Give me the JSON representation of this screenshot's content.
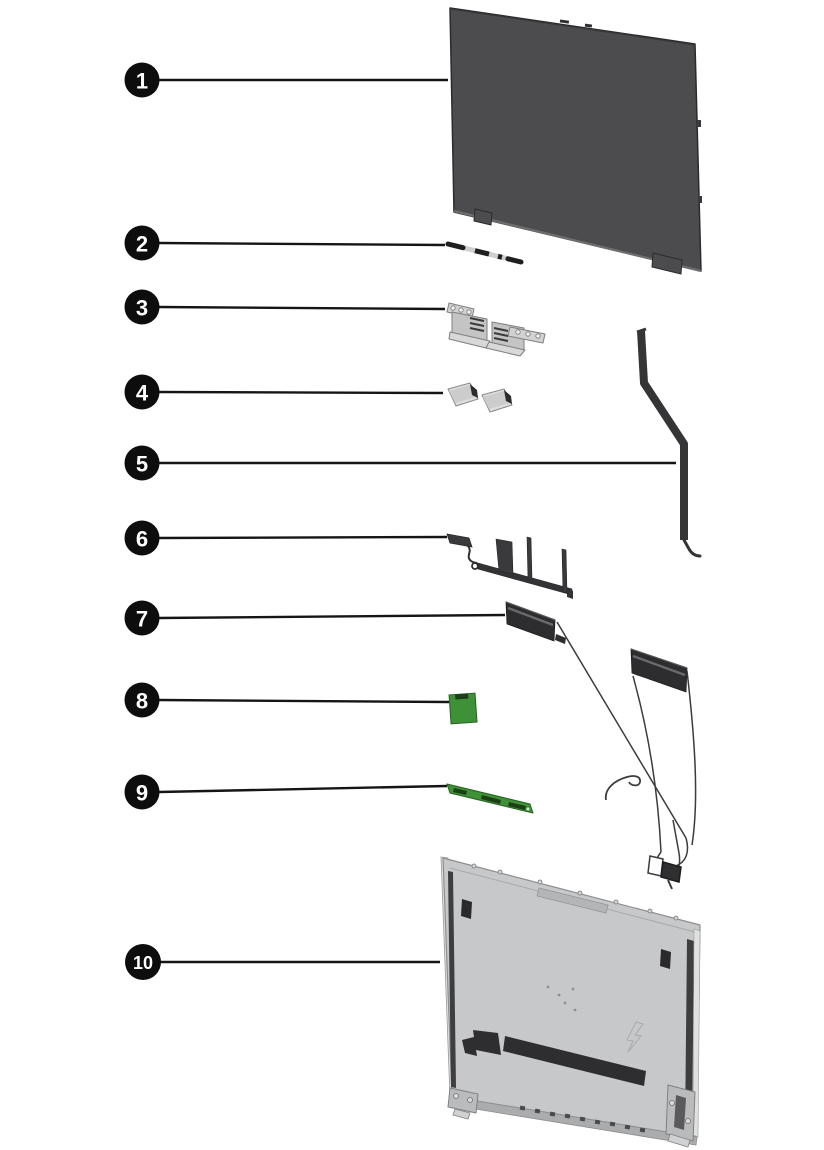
{
  "figure": {
    "type": "exploded-parts-diagram",
    "subject": "Laptop display assembly exploded view",
    "background_color": "#ffffff",
    "callout_count": "10"
  },
  "style": {
    "callout_fill": "#0d0d0d",
    "callout_text_color": "#ffffff",
    "leader_line_color": "#151515",
    "panel_color": "#4c4c4e",
    "metal_color": "#cdcdcd",
    "dark_part_color": "#313133",
    "board_green": "#3f9137",
    "board_strip_dark": "#1c3f17",
    "cover_color": "#c6c8c9",
    "cover_rim_light": "#e0e1e1",
    "cover_stripe_dark": "#3e3e40"
  },
  "callouts": [
    {
      "number": "1",
      "part": "display-panel"
    },
    {
      "number": "2",
      "part": "camera-microphone-module"
    },
    {
      "number": "3",
      "part": "display-hinges"
    },
    {
      "number": "4",
      "part": "hinge-covers"
    },
    {
      "number": "5",
      "part": "display-cable"
    },
    {
      "number": "6",
      "part": "wireless-antenna-kit"
    },
    {
      "number": "7",
      "part": "speakers"
    },
    {
      "number": "8",
      "part": "sensor-board"
    },
    {
      "number": "9",
      "part": "touch-control-board"
    },
    {
      "number": "10",
      "part": "display-back-cover"
    }
  ]
}
